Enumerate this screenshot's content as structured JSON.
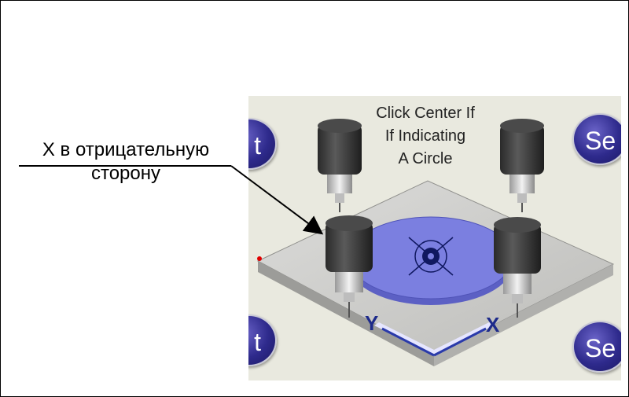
{
  "annotation": {
    "line1": "X в отрицательную",
    "line2": "сторону"
  },
  "panel": {
    "instruction": {
      "line1": "Click Center If",
      "line2": "If Indicating",
      "line3": "A Circle"
    },
    "buttons": {
      "top_left": "t",
      "bottom_left": "t",
      "top_right": "Se",
      "bottom_right": "Se"
    },
    "axes": {
      "y": "Y",
      "x": "X"
    }
  },
  "colors": {
    "button_fill": "#2e2a8c",
    "circle_target": "#7b7fe0",
    "plate": "#c9c9c6",
    "axis": "#1d2a8a",
    "marker": "#e00000"
  }
}
